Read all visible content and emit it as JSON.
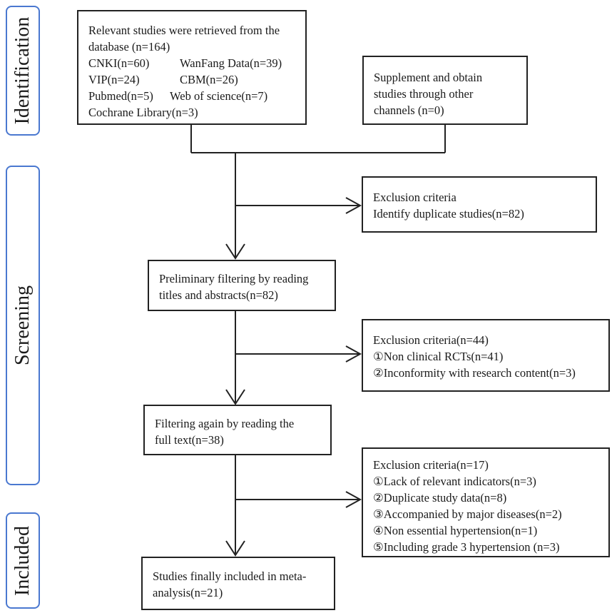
{
  "stages": {
    "identification": "Identification",
    "screening": "Screening",
    "included": "Included"
  },
  "boxes": {
    "database": {
      "line1": "Relevant studies were retrieved from the",
      "line2": "database (n=164)",
      "cnki": "CNKI(n=60)",
      "wanfang": "WanFang Data(n=39)",
      "vip": "VIP(n=24)",
      "cbm": "CBM(n=26)",
      "pubmed": "Pubmed(n=5)",
      "wos": "Web of science(n=7)",
      "cochrane": "Cochrane Library(n=3)"
    },
    "supplement": {
      "line1": "Supplement and obtain",
      "line2": "studies through other",
      "line3": "channels (n=0)"
    },
    "exclusion1": {
      "line1": "Exclusion criteria",
      "line2": "Identify duplicate studies(n=82)"
    },
    "preliminary": {
      "line1": "Preliminary filtering by reading",
      "line2": "titles and abstracts(n=82)"
    },
    "exclusion2": {
      "line1": "Exclusion criteria(n=44)",
      "line2": "①Non clinical RCTs(n=41)",
      "line3": "②Inconformity with research content(n=3)"
    },
    "fulltext": {
      "line1": "Filtering again by reading the",
      "line2": "full text(n=38)"
    },
    "exclusion3": {
      "line1": "Exclusion criteria(n=17)",
      "line2": "①Lack of relevant indicators(n=3)",
      "line3": "②Duplicate study data(n=8)",
      "line4": "③Accompanied by major diseases(n=2)",
      "line5": "④Non essential hypertension(n=1)",
      "line6": "⑤Including grade 3 hypertension (n=3)"
    },
    "final": {
      "line1": "Studies finally included in meta-",
      "line2": "analysis(n=21)"
    }
  },
  "colors": {
    "stage_border": "#4a78d0",
    "line": "#222222"
  }
}
